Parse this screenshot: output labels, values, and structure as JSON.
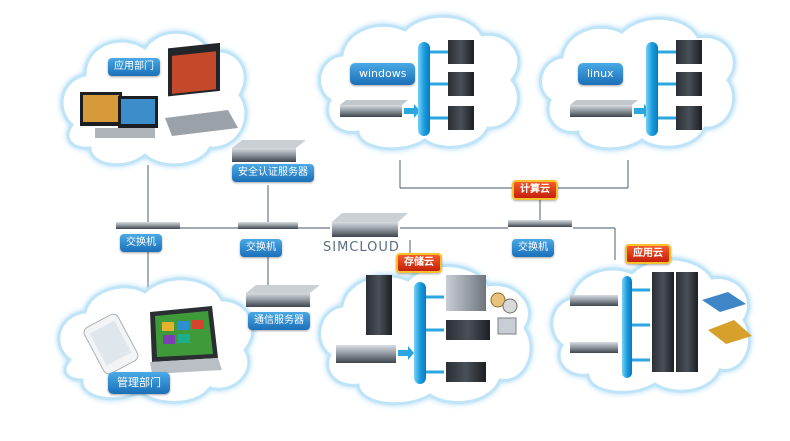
{
  "labels": {
    "app_dept": "应用部门",
    "mgmt_dept": "管理部门",
    "auth_server": "安全认证服务器",
    "comm_server": "通信服务器",
    "switch_left": "交换机",
    "switch_mid": "交换机",
    "switch_right": "交换机",
    "windows": "windows",
    "linux": "linux",
    "compute_cloud": "计算云",
    "storage_cloud": "存储云",
    "app_cloud": "应用云",
    "brand": "SIMCLOUD"
  },
  "colors": {
    "cloud_stroke": "#9fd3f0",
    "line": "#5a6a7a",
    "bus": "#2aa6e0",
    "pill": "#2a86d0",
    "badge": "#e23b1a"
  }
}
